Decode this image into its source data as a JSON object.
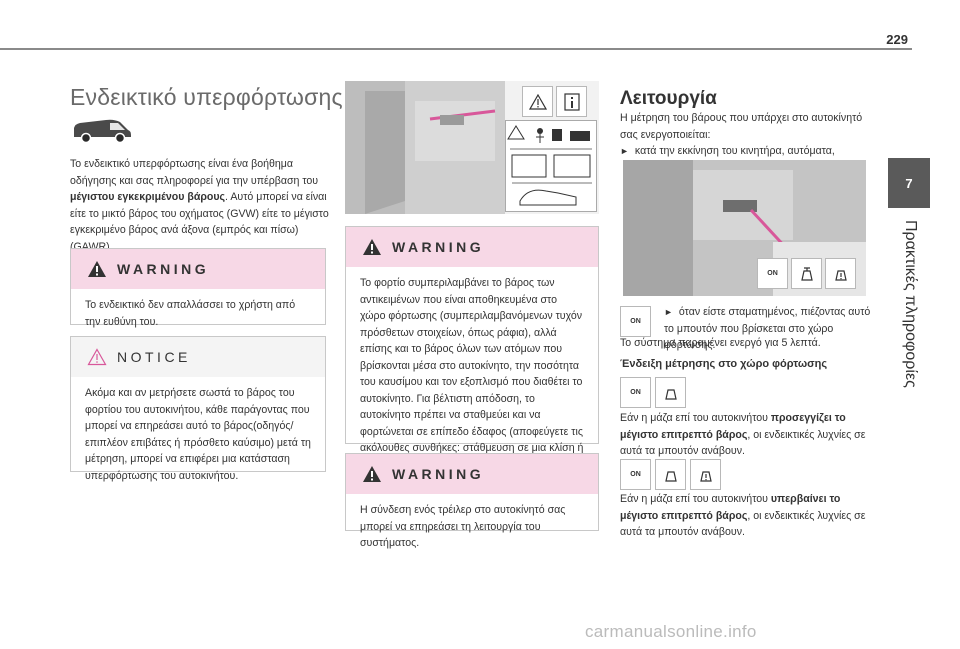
{
  "page_number": "229",
  "side_tab": {
    "number": "7",
    "label": "Πρακτικές πληροφορίες"
  },
  "left": {
    "title": "Ενδεικτικό υπερφόρτωσης",
    "intro_1": "Το ενδεικτικό υπερφόρτωσης είναι ένα βοήθημα οδήγησης και σας πληροφορεί για την υπέρβαση του ",
    "intro_bold": "μέγιστου εγκεκριμένου βάρους",
    "intro_2": ". Αυτό μπορεί να είναι είτε το μικτό βάρος του οχήματος (GVW) είτε το μέγιστο εγκεκριμένο βάρος ανά άξονα (εμπρός και πίσω) (GAWR).",
    "warning_title": "WARNING",
    "warning_text": "Το ενδεικτικό δεν απαλλάσσει το χρήστη από την ευθύνη του.",
    "notice_title": "NOTICE",
    "notice_text": "Ακόμα και αν μετρήσετε σωστά το βάρος του φορτίου του αυτοκινήτου, κάθε παράγοντας που μπορεί να επηρεάσει αυτό το βάρος(οδηγός/επιπλέον επιβάτες ή πρόσθετο καύσιμο) μετά τη μέτρηση, μπορεί να επιφέρει μια κατάσταση υπερφόρτωσης του αυτοκινήτου."
  },
  "middle": {
    "warning1_title": "WARNING",
    "warning1_text": "Το φορτίο συμπεριλαμβάνει το βάρος των αντικειμένων που είναι αποθηκευμένα στο χώρο φόρτωσης (συμπεριλαμβανόμενων τυχόν πρόσθετων στοιχείων, όπως ράφια), αλλά επίσης και το βάρος όλων των ατόμων που βρίσκονται μέσα στο αυτοκίνητο, την ποσότητα του καυσίμου και τον εξοπλισμό που διαθέτει το αυτοκίνητο. Για βέλτιστη απόδοση, το αυτοκίνητο πρέπει να σταθμεύει και να φορτώνεται σε επίπεδο έδαφος (αποφεύγετε τις ακόλουθες συνθήκες: στάθμευση σε μια κλίση ή ανέβασμα σε πεζοδρόμιο).",
    "warning2_title": "WARNING",
    "warning2_text": "Η σύνδεση ενός τρέιλερ στο αυτοκίνητό σας μπορεί να επηρεάσει τη λειτουργία του συστήματος."
  },
  "right": {
    "title": "Λειτουργία",
    "intro": "Η μέτρηση του βάρους που υπάρχει στο αυτοκίνητό σας ενεργοποιείται:",
    "bullet1": "κατά την εκκίνηση του κινητήρα, αυτόματα,",
    "bullet2": "όταν είστε σταματημένος, πιέζοντας αυτό το μπουτόν που βρίσκεται στο χώρο φόρτωσης.",
    "active_text": "Το σύστημα παραμένει ενεργό για 5 λεπτά.",
    "subheading": "Ένδειξη μέτρησης στο χώρο φόρτωσης",
    "approach_1": "Εάν η μάζα επί του αυτοκινήτου ",
    "approach_bold": "προσεγγίζει το μέγιστο επιτρεπτό βάρος",
    "approach_2": ", οι ενδεικτικές λυχνίες σε αυτά τα μπουτόν ανάβουν.",
    "exceed_1": "Εάν η μάζα επί του αυτοκινήτου ",
    "exceed_bold": "υπερβαίνει το μέγιστο επιτρεπτό βάρος",
    "exceed_2": ", οι ενδεικτικές λυχνίες σε αυτά τα μπουτόν ανάβουν.",
    "on_label": "ON"
  },
  "footer": "carmanualsonline.info"
}
